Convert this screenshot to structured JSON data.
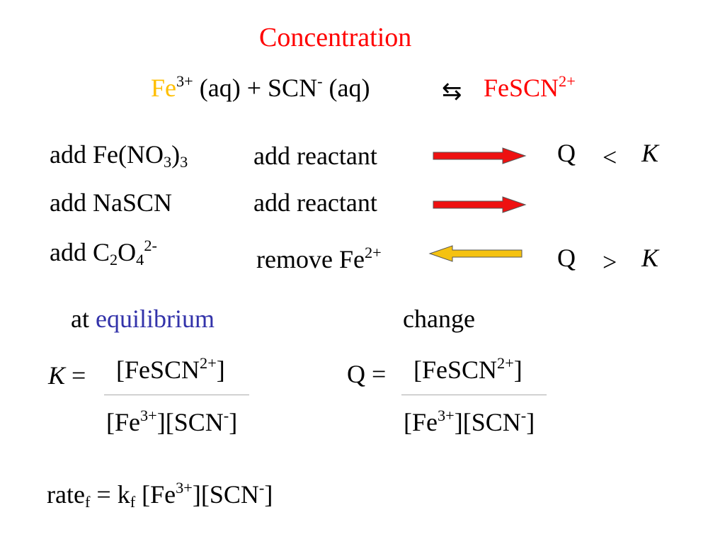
{
  "title": "Concentration",
  "reaction": {
    "fe": "Fe",
    "fe_charge": "3+",
    "fe_state": "(aq)",
    "plus": "+",
    "scn": "SCN",
    "scn_charge": "-",
    "scn_state": "(aq)",
    "arrow_symbol": "⇆",
    "product": "FeSCN",
    "product_charge": "2+"
  },
  "rows": [
    {
      "add_prefix": "add Fe(NO",
      "add_sub1": "3",
      "add_mid": ")",
      "add_sub2": "3",
      "effect": "add reactant",
      "arrow_direction": "right",
      "arrow_color": "#ee1111",
      "q": "Q",
      "relation": "<",
      "k": "K"
    },
    {
      "add_text": "add NaSCN",
      "effect": "add reactant",
      "arrow_direction": "right",
      "arrow_color": "#ee1111"
    },
    {
      "add_prefix": "add C",
      "add_sub1": "2",
      "add_mid": "O",
      "add_sub2": "4",
      "add_sup": "2-",
      "effect_prefix": "remove Fe",
      "effect_sup": "2+",
      "arrow_direction": "left",
      "arrow_color": "#f5c211",
      "q": "Q",
      "relation": ">",
      "k": "K"
    }
  ],
  "labels": {
    "at": "at",
    "equilibrium": "equilibrium",
    "change": "change"
  },
  "k_expr": {
    "lhs_k": "K",
    "lhs_eq": "=",
    "num_prefix": "[FeSCN",
    "num_sup": "2+",
    "num_suffix": "]",
    "den1_prefix": "[Fe",
    "den1_sup": "3+",
    "den1_suffix": "]",
    "den2_prefix": "[SCN",
    "den2_sup": "-",
    "den2_suffix": "]"
  },
  "q_expr": {
    "lhs_q": "Q",
    "lhs_eq": "=",
    "num_prefix": "[FeSCN",
    "num_sup": "2+",
    "num_suffix": "]",
    "den1_prefix": "[Fe",
    "den1_sup": "3+",
    "den1_suffix": "]",
    "den2_prefix": "[SCN",
    "den2_sup": "-",
    "den2_suffix": "]"
  },
  "rate": {
    "rate": "rate",
    "rate_sub": "f",
    "eq": "=",
    "k": "k",
    "k_sub": "f",
    "conc1_prefix": "[Fe",
    "conc1_sup": "3+",
    "conc1_suffix": "]",
    "conc2_prefix": "[SCN",
    "conc2_sup": "-",
    "conc2_suffix": "]"
  },
  "colors": {
    "title": "#ff0000",
    "fe_ion": "#ffbf00",
    "product": "#ff0000",
    "equilibrium": "#3333aa",
    "arrow_red": "#ee1111",
    "arrow_yellow": "#f5c211"
  }
}
